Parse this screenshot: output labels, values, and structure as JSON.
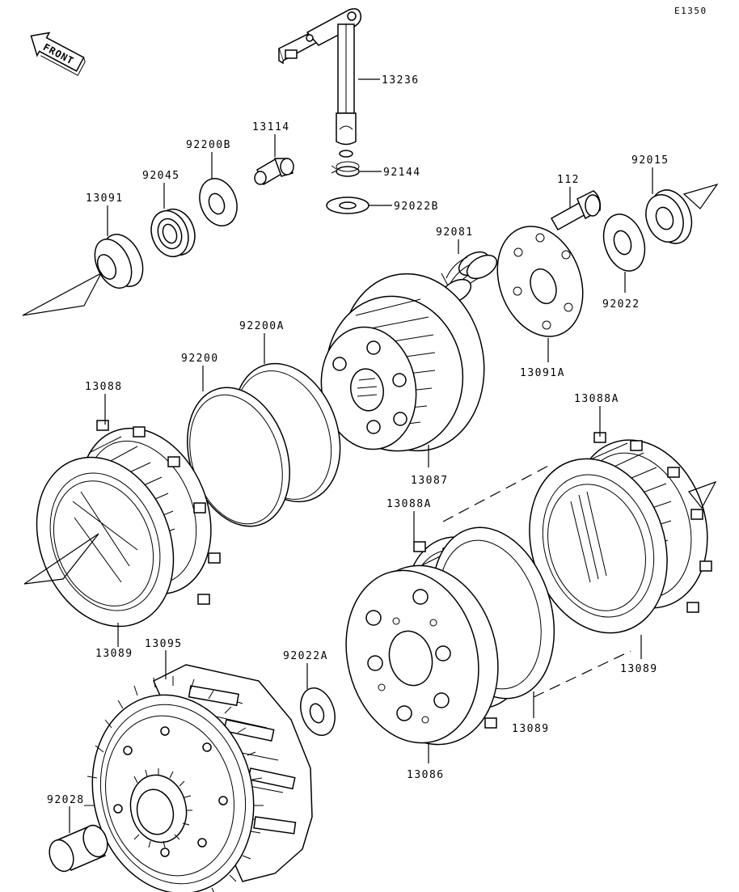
{
  "diagram_code": "E1350",
  "front_label": "FRONT",
  "labels": {
    "p13236": "13236",
    "p13114": "13114",
    "p92200B": "92200B",
    "p92144": "92144",
    "p92045": "92045",
    "p92022B": "92022B",
    "p13091": "13091",
    "p112": "112",
    "p92015": "92015",
    "p92081": "92081",
    "p92022": "92022",
    "p92200A": "92200A",
    "p13091A": "13091A",
    "p92200": "92200",
    "p13088": "13088",
    "p13088A_top": "13088A",
    "p13087": "13087",
    "p13088A_mid": "13088A",
    "p13089_left": "13089",
    "p13095": "13095",
    "p92022A": "92022A",
    "p13089_right": "13089",
    "p13089_mid": "13089",
    "p92028": "92028",
    "p13086": "13086"
  }
}
